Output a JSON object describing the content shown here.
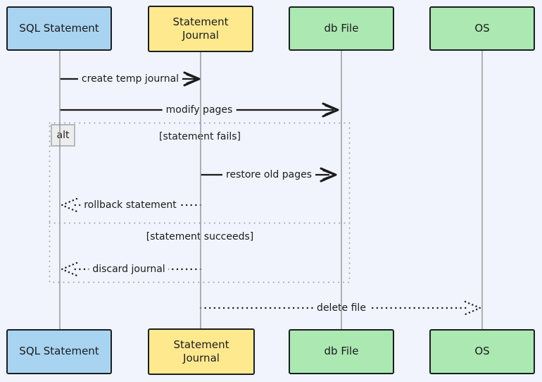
{
  "diagram_type": "sequence-diagram",
  "actors": [
    {
      "id": "sql-statement",
      "label": "SQL Statement",
      "fill": "#a8d4f2"
    },
    {
      "id": "statement-journal",
      "label": "Statement Journal",
      "fill": "#ffe98f"
    },
    {
      "id": "db-file",
      "label": "db File",
      "fill": "#abe8b2"
    },
    {
      "id": "os",
      "label": "OS",
      "fill": "#abe8b2"
    }
  ],
  "messages": [
    {
      "label": "create temp journal",
      "from": "SQL Statement",
      "to": "Statement Journal",
      "line": "solid",
      "arrowhead": "solid"
    },
    {
      "label": "modify pages",
      "from": "SQL Statement",
      "to": "db File",
      "line": "solid",
      "arrowhead": "solid"
    },
    {
      "label": "restore old pages",
      "from": "Statement Journal",
      "to": "db File",
      "line": "solid",
      "arrowhead": "solid"
    },
    {
      "label": "rollback statement",
      "from": "Statement Journal",
      "to": "SQL Statement",
      "line": "dotted",
      "arrowhead": "dotted"
    },
    {
      "label": "discard journal",
      "from": "Statement Journal",
      "to": "SQL Statement",
      "line": "dotted",
      "arrowhead": "dotted"
    },
    {
      "label": "delete file",
      "from": "Statement Journal",
      "to": "OS",
      "line": "dotted",
      "arrowhead": "dotted"
    }
  ],
  "alt_frame": {
    "operator": "alt",
    "conditions": [
      "[statement fails]",
      "[statement succeeds]"
    ]
  },
  "colors": {
    "background": "#f1f4fc",
    "actor_border": "#1a1d21",
    "message_line": "#1b1b1b",
    "lifeline": "#969a9f",
    "frame_border": "#9fa4aa",
    "alt_label_bg": "#ececec",
    "alt_label_border": "#b6b9bd"
  }
}
